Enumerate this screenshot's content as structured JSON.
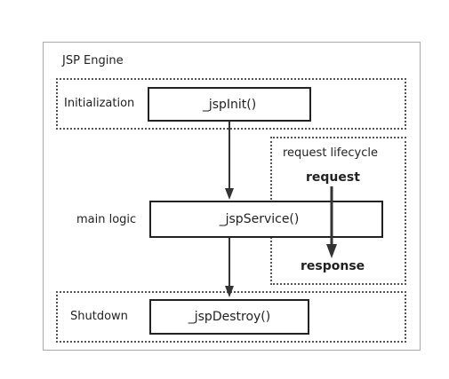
{
  "engine_title": "JSP Engine",
  "initialization": {
    "label": "Initialization",
    "method": "_jspInit()"
  },
  "request_lifecycle": {
    "label": "request lifecycle",
    "start": "request",
    "end": "response"
  },
  "main_logic": {
    "label": "main logic",
    "method": "_jspService()"
  },
  "shutdown": {
    "label": "Shutdown",
    "method": "_jspDestroy()"
  }
}
